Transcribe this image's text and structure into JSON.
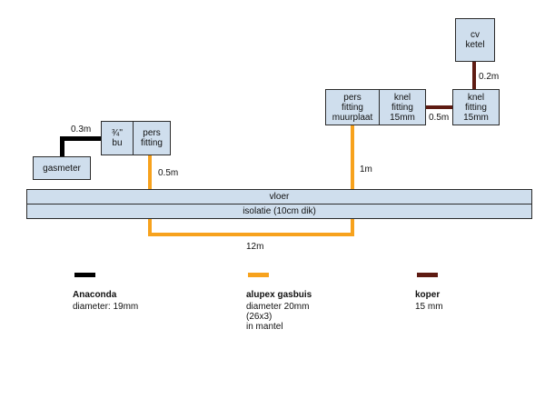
{
  "boxes": {
    "gasmeter": "gasmeter",
    "bu": "¾''\nbu",
    "pers_fitting_left": "pers\nfitting",
    "pers_fitting_muurplaat": "pers\nfitting\nmuurplaat",
    "knel_fitting_left": "knel\nfitting\n15mm",
    "knel_fitting_right": "knel\nfitting\n15mm",
    "cv_ketel": "cv\nketel"
  },
  "floor": {
    "vloer": "vloer",
    "isolatie": "isolatie (10cm dik)"
  },
  "lengths": {
    "anaconda": "0.3m",
    "riser_left": "0.5m",
    "riser_right": "1m",
    "under_floor": "12m",
    "copper_horizontal": "0.5m",
    "copper_vertical": "0.2m"
  },
  "legend": [
    {
      "title": "Anaconda",
      "desc": "diameter: 19mm",
      "color": "#000000"
    },
    {
      "title": "alupex gasbuis",
      "desc": "diameter 20mm\n(26x3)\nin mantel",
      "color": "#f7a21d"
    },
    {
      "title": "koper",
      "desc": "15 mm",
      "color": "#5e1b12"
    }
  ]
}
